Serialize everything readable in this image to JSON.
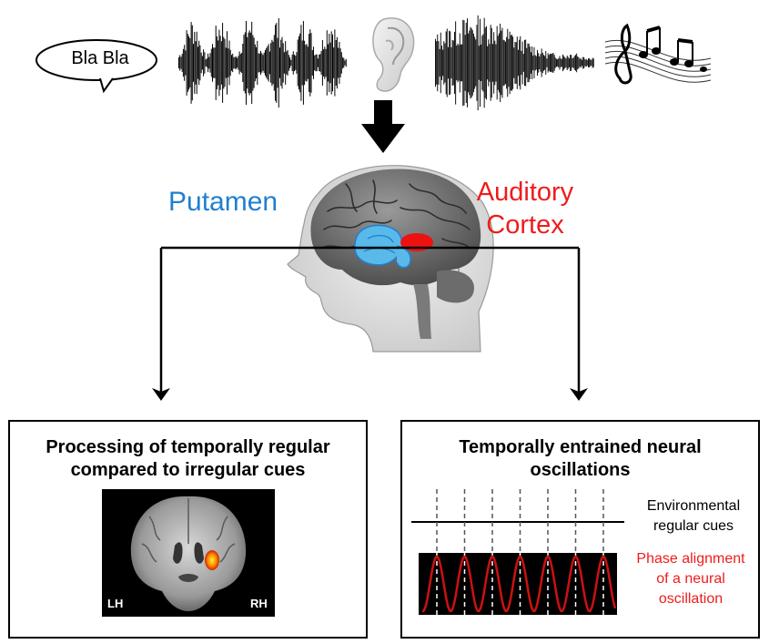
{
  "speech_bubble": {
    "text": "Bla Bla"
  },
  "labels": {
    "putamen": "Putamen",
    "auditory_cortex_line1": "Auditory",
    "auditory_cortex_line2": "Cortex"
  },
  "left_panel": {
    "title_line1": "Processing of temporally regular",
    "title_line2": "compared to irregular cues",
    "left_hemisphere": "LH",
    "right_hemisphere": "RH"
  },
  "right_panel": {
    "title_line1": "Temporally entrained neural",
    "title_line2": "oscillations",
    "cue_label_line1": "Environmental",
    "cue_label_line2": "regular cues",
    "phase_label_line1": "Phase alignment",
    "phase_label_line2": "of a neural",
    "phase_label_line3": "oscillation"
  },
  "icons": [
    "speech-bubble-icon",
    "waveform-icon",
    "ear-icon",
    "music-notes-icon",
    "brain-head-icon",
    "coronal-mri-icon"
  ],
  "colors": {
    "putamen": "#1f7fd1",
    "auditory_cortex": "#ee1c1c",
    "oscillation": "#cc1111"
  }
}
